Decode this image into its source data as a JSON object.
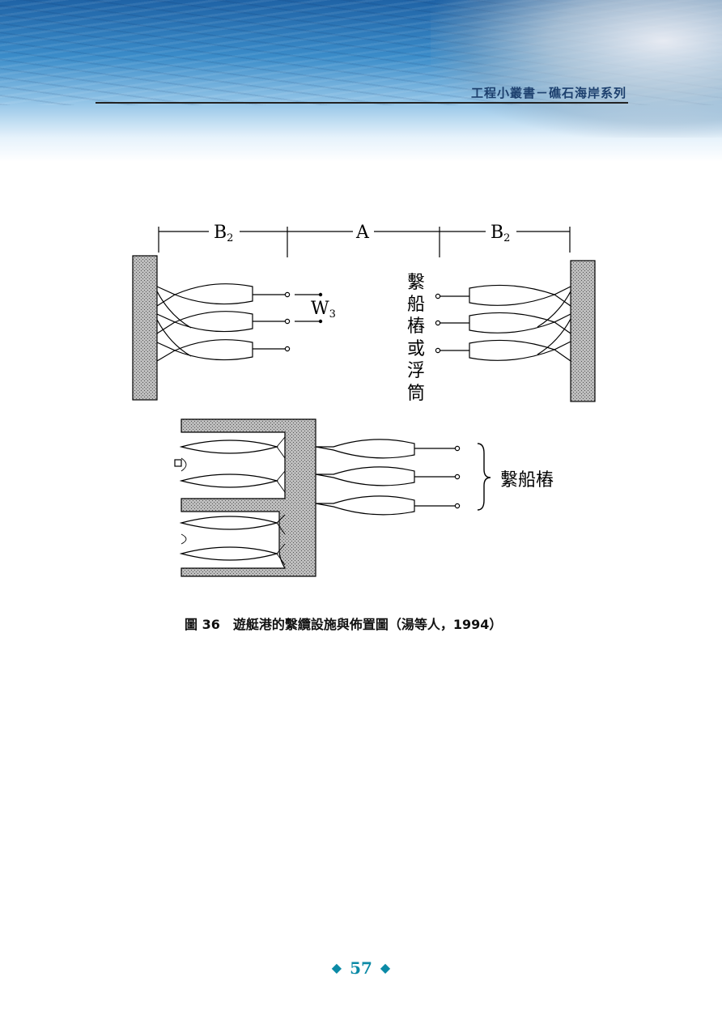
{
  "header": {
    "series_title": "工程小叢書－礁石海岸系列"
  },
  "figure": {
    "top_diagram": {
      "dim_left": "B",
      "dim_left_sub": "2",
      "dim_center": "A",
      "dim_right": "B",
      "dim_right_sub": "2",
      "w_label": "W",
      "w_sub": "3",
      "vertical_label": [
        "繫",
        "船",
        "樁",
        "或",
        "浮",
        "筒"
      ]
    },
    "bottom_diagram": {
      "pile_label": "繫船樁"
    },
    "caption": "圖 36　遊艇港的繫纜設施與佈置圖（湯等人，1994）"
  },
  "footer": {
    "page_number": "57",
    "diamond": "◆"
  },
  "colors": {
    "header_text": "#1c3f6d",
    "page_number": "#0b8aa6"
  }
}
